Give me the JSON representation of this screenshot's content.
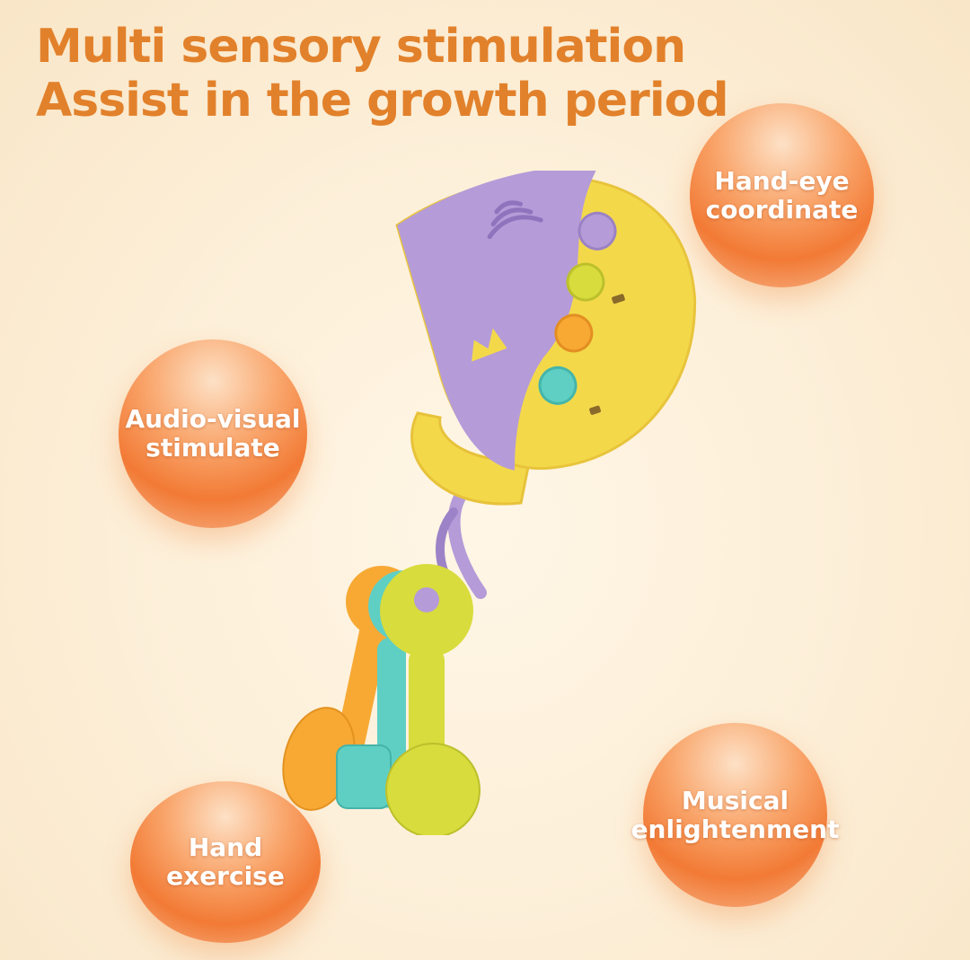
{
  "headline": {
    "line1": "Multi sensory stimulation",
    "line2": "Assist in the growth period"
  },
  "bubbles": [
    {
      "label": "Hand-eye\ncoordinate"
    },
    {
      "label": "Audio-visual\nstimulate"
    },
    {
      "label": "Musical\nenlightenment"
    },
    {
      "label": "Hand\nexercise"
    }
  ],
  "toy": {
    "name": "toy remote car key",
    "colors": {
      "lavender": "#b59bd8",
      "yellow": "#f3d94a",
      "orange": "#f7a934",
      "teal": "#5fcfc4",
      "lime": "#d8dc3c"
    },
    "icons": [
      "speaker-grille-icon",
      "crown-icon",
      "car-icon",
      "sound-icon"
    ]
  }
}
